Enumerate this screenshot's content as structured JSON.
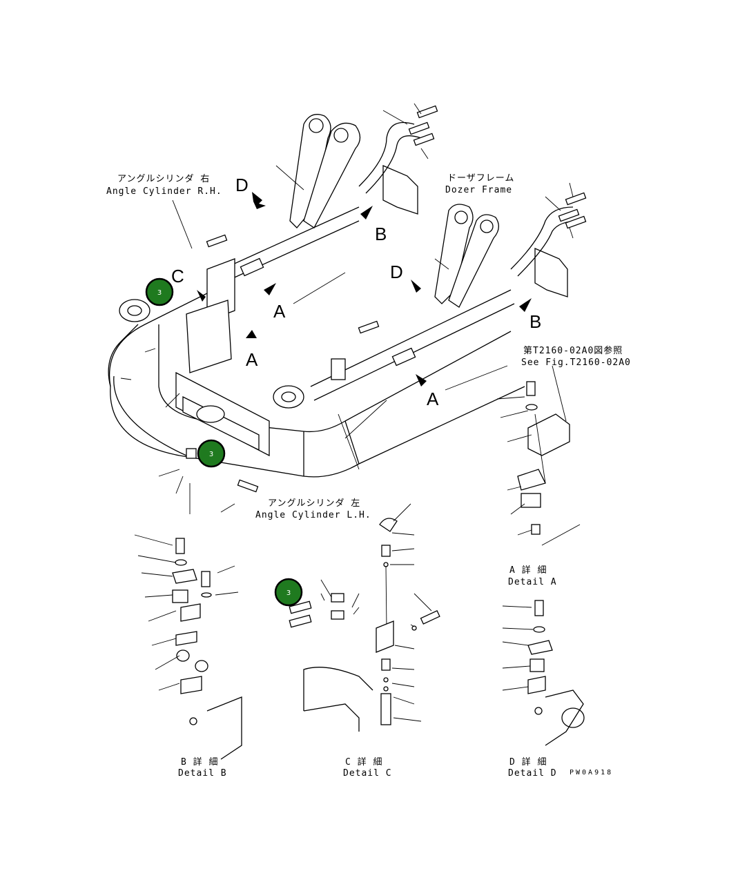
{
  "labels": {
    "angle_cyl_rh_jp": "アングルシリンダ 右",
    "angle_cyl_rh_en": "Angle Cylinder R.H.",
    "dozer_frame_jp": "ドーザフレーム",
    "dozer_frame_en": "Dozer Frame",
    "see_fig_jp": "第T2160-02A0図参照",
    "see_fig_en": "See Fig.T2160-02A0",
    "angle_cyl_lh_jp": "アングルシリンダ 左",
    "angle_cyl_lh_en": "Angle Cylinder L.H.",
    "detail_a_jp": "A 詳 細",
    "detail_a_en": "Detail A",
    "detail_b_jp": "B 詳 細",
    "detail_b_en": "Detail B",
    "detail_c_jp": "C 詳 細",
    "detail_c_en": "Detail C",
    "detail_d_jp": "D 詳 細",
    "detail_d_en": "Detail D",
    "drawing_code": "PW0A918"
  },
  "view_letters": {
    "d_upper": "D",
    "b_upper": "B",
    "c_left": "C",
    "a_upper": "A",
    "a_mid": "A",
    "d_right": "D",
    "b_right": "B",
    "a_lower": "A"
  },
  "badges": [
    {
      "label": "3"
    },
    {
      "label": "3"
    },
    {
      "label": "3"
    }
  ],
  "colors": {
    "badge_fill": "#1f7a1f",
    "line": "#000000",
    "background": "#ffffff"
  }
}
